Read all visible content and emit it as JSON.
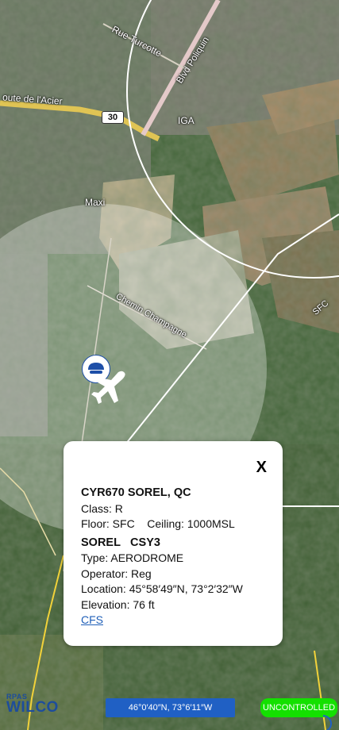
{
  "map": {
    "labels": {
      "rue_turcotte": "Rue Turcotte",
      "blvd_poliquin": "Blvd Poliquin",
      "route_acier": "oute de l'Acier",
      "iga": "IGA",
      "maxi": "Maxi",
      "chemin_champagne": "Chemin Champagne",
      "sfc": "SFC",
      "highway": "30"
    }
  },
  "popup": {
    "close_label": "X",
    "airspace_title": "CYR670 SOREL, QC",
    "class_line": "Class: R",
    "floor_line": "Floor: SFC",
    "ceiling_line": "Ceiling: 1000MSL",
    "aerodrome_name": "SOREL",
    "aerodrome_code": "CSY3",
    "type_line": "Type: AERODROME",
    "operator_line": "Operator: Reg",
    "location_line": "Location: 45°58′49″N, 73°2′32″W",
    "elevation_line": "Elevation: 76 ft",
    "cfs_link": "CFS"
  },
  "bottom": {
    "logo_small": "RPAS",
    "logo_name": "WILCO",
    "coordinates": "46°0′40″N, 73°6′11″W",
    "status": "UNCONTROLLED"
  },
  "colors": {
    "accent_blue": "#2060c4",
    "status_green": "#14e000",
    "airspace_yellow": "#f2d23a"
  }
}
